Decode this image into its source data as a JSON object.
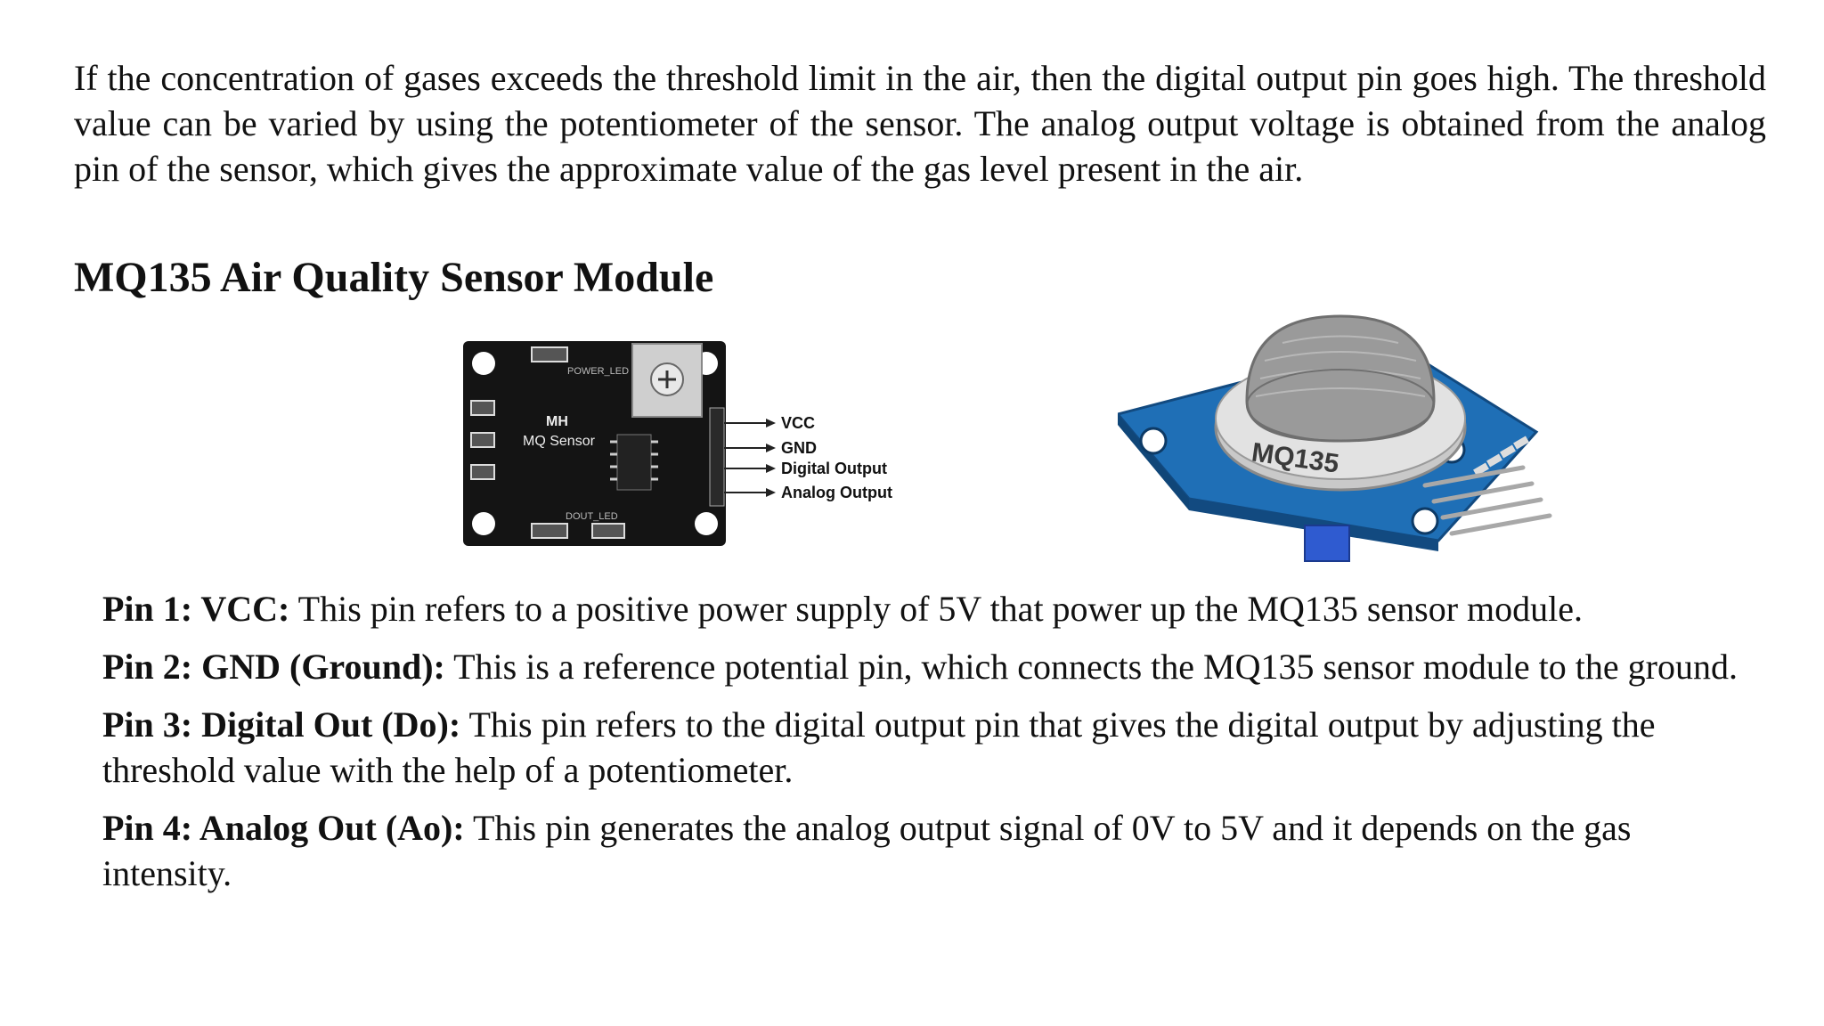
{
  "intro": {
    "text": "If the concentration of gases exceeds the threshold limit in the air, then the digital output pin goes high. The threshold value can be varied by using the potentiometer of the sensor. The analog output voltage is obtained from the analog pin of the sensor, which gives the approximate value of the gas level present in the air."
  },
  "section": {
    "title": "MQ135 Air Quality Sensor Module"
  },
  "diagram": {
    "board_labels": {
      "power_led": "POWER_LED",
      "brand": "MH",
      "model": "MQ Sensor",
      "dout_led": "DOUT_LED"
    },
    "pin_labels": [
      "VCC",
      "GND",
      "Digital Output",
      "Analog Output"
    ]
  },
  "photo": {
    "marking": "MQ135"
  },
  "pins": [
    {
      "label": "Pin 1: VCC:",
      "text": "This pin refers to a positive power supply of 5V that power up the MQ135 sensor module."
    },
    {
      "label": "Pin 2: GND (Ground):",
      "text": "This is a reference potential pin, which connects the MQ135 sensor module to the ground."
    },
    {
      "label": "Pin 3: Digital Out (Do):",
      "text": "This pin refers to the digital output pin that gives the digital output by adjusting the threshold value with the help of a potentiometer."
    },
    {
      "label": "Pin 4: Analog Out (Ao):",
      "text": "This pin generates the analog output signal of 0V to 5V and it depends on the gas intensity."
    }
  ]
}
